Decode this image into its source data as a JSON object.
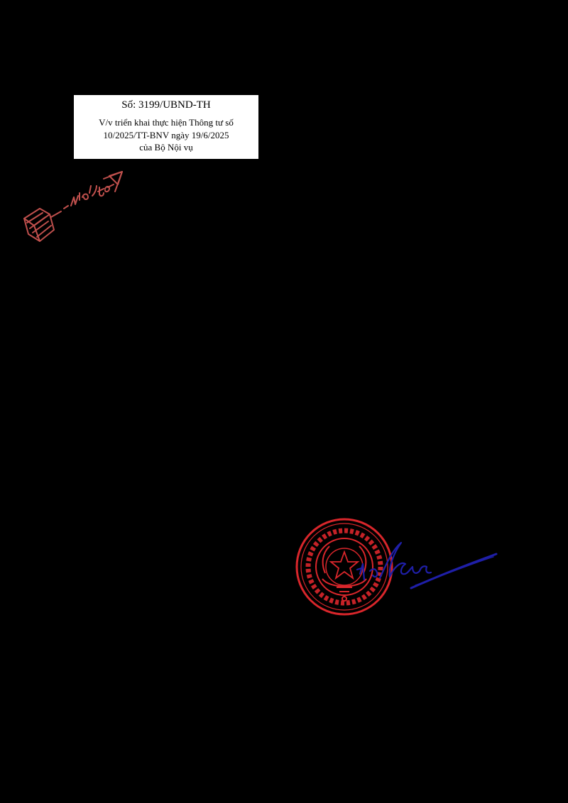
{
  "reference_block": {
    "number": "Số: 3199/UBND-TH",
    "subject_lines": [
      "V/v triển khai thực hiện Thông tư số",
      "10/2025/TT-BNV ngày 19/6/2025",
      "của Bộ Nội vụ"
    ]
  },
  "stamps": {
    "arrow_stamp_color": "#c0504d",
    "seal_color": "#d9262b",
    "signature_color": "#1f1fa8"
  }
}
